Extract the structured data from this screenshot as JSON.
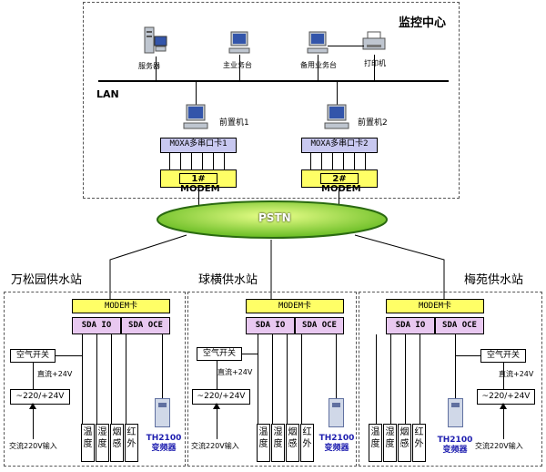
{
  "center": {
    "title": "监控中心",
    "server": "服务器",
    "main_console": "主业务台",
    "backup_console": "备用业务台",
    "printer": "打印机",
    "lan": "LAN",
    "fep1": "前置机1",
    "fep2": "前置机2",
    "moxa1": "MOXA多串口卡1",
    "moxa2": "MOXA多串口卡2",
    "modem1": "1# MODEM",
    "modem2": "2# MODEM"
  },
  "network": {
    "pstn": "PSTN"
  },
  "stations": [
    {
      "name": "万松园供水站",
      "modem_card": "MODEM卡",
      "sda_io": "SDA IO",
      "sda_oce": "SDA OCE",
      "air_switch": "空气开关",
      "dc": "直流+24V",
      "converter": "~220/+24V",
      "ac": "交流220V输入",
      "sensors": [
        "温度",
        "湿度",
        "烟感",
        "红外"
      ],
      "transmitter": [
        "TH2100",
        "变频器"
      ]
    },
    {
      "name": "球横供水站",
      "modem_card": "MODEM卡",
      "sda_io": "SDA IO",
      "sda_oce": "SDA OCE",
      "air_switch": "空气开关",
      "dc": "直流+24V",
      "converter": "~220/+24V",
      "ac": "交流220V输入",
      "sensors": [
        "温度",
        "湿度",
        "烟感",
        "红外"
      ],
      "transmitter": [
        "TH2100",
        "变频器"
      ]
    },
    {
      "name": "梅苑供水站",
      "modem_card": "MODEM卡",
      "sda_io": "SDA IO",
      "sda_oce": "SDA OCE",
      "air_switch": "空气开关",
      "dc": "直流+24V",
      "converter": "~220/+24V",
      "ac": "交流220V输入",
      "sensors": [
        "温度",
        "湿度",
        "烟感",
        "红外"
      ],
      "transmitter": [
        "TH2100",
        "变频器"
      ]
    }
  ],
  "colors": {
    "modem": "#ffff66",
    "moxa": "#c8c8f0",
    "sda": "#e8c8f0",
    "pstn": "#99dd33",
    "transmitter_text": "#2020b0"
  }
}
